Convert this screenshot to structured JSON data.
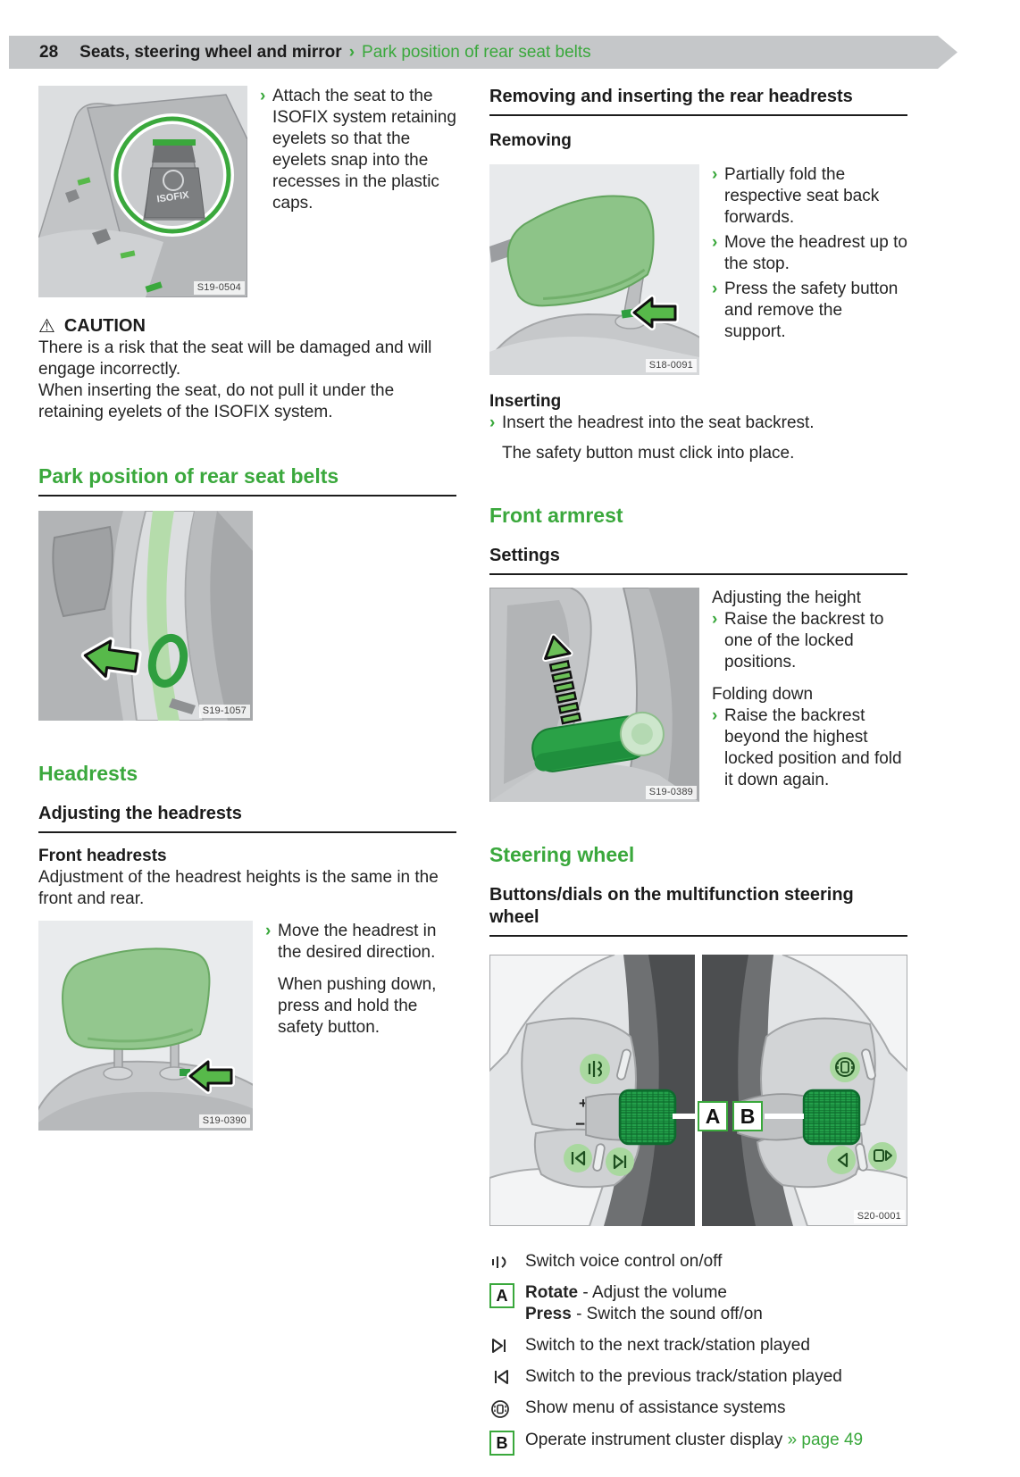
{
  "colors": {
    "green": "#3aa83c",
    "header_bg": "#c5c7c9",
    "underline": "#1c1c1c"
  },
  "glyphs": {
    "bullet": "›",
    "warning": "⚠"
  },
  "header": {
    "page_number": "28",
    "chapter": "Seats, steering wheel and mirror",
    "separator": "›",
    "section": "Park position of rear seat belts"
  },
  "left": {
    "isofix": {
      "bullet": "Attach the seat to the ISOFIX system retaining eyelets so that the eyelets snap into the recesses in the plastic caps.",
      "caption": "S19-0504",
      "figure_label": "ISOFIX"
    },
    "caution": {
      "title": "CAUTION",
      "para1": "There is a risk that the seat will be damaged and will engage incorrectly.",
      "para2": "When inserting the seat, do not pull it under the retaining eyelets of the ISOFIX system."
    },
    "park": {
      "heading": "Park position of rear seat belts",
      "caption": "S19-1057"
    },
    "headrests": {
      "heading": "Headrests",
      "subheading": "Adjusting the headrests",
      "front_title": "Front headrests",
      "front_text": "Adjustment of the headrest heights is the same in the front and rear.",
      "caption": "S19-0390",
      "bullet": "Move the headrest in the desired direction.",
      "note": "When pushing down, press and hold the safety button."
    }
  },
  "right": {
    "rear": {
      "heading": "Removing and inserting the rear headrests",
      "removing_title": "Removing",
      "caption": "S18-0091",
      "bullet1": "Partially fold the respective seat back forwards.",
      "bullet2": "Move the headrest up to the stop.",
      "bullet3": "Press the safety button and remove the support.",
      "inserting_title": "Inserting",
      "insert_bullet": "Insert the headrest into the seat backrest.",
      "insert_note": "The safety button must click into place."
    },
    "armrest": {
      "heading": "Front armrest",
      "subheading": "Settings",
      "caption": "S19-0389",
      "adjust_title": "Adjusting the height",
      "adjust_bullet": "Raise the backrest to one of the locked positions.",
      "fold_title": "Folding down",
      "fold_bullet": "Raise the backrest beyond the highest locked position and fold it down again."
    },
    "steering": {
      "heading": "Steering wheel",
      "subheading": "Buttons/dials on the multifunction steering wheel",
      "caption": "S20-0001",
      "label_a": "A",
      "label_b": "B",
      "plus": "+",
      "minus": "−",
      "legend": {
        "voice": "Switch voice control on/off",
        "a_key": "A",
        "a_bold1": "Rotate",
        "a_rest1": "- Adjust the volume",
        "a_bold2": "Press",
        "a_rest2": "- Switch the sound off/on",
        "next": "Switch to the next track/station played",
        "prev": "Switch to the previous track/station played",
        "assist": "Show menu of assistance systems",
        "b_key": "B",
        "b_text": "Operate instrument cluster display",
        "b_link": "» page 49"
      }
    }
  }
}
